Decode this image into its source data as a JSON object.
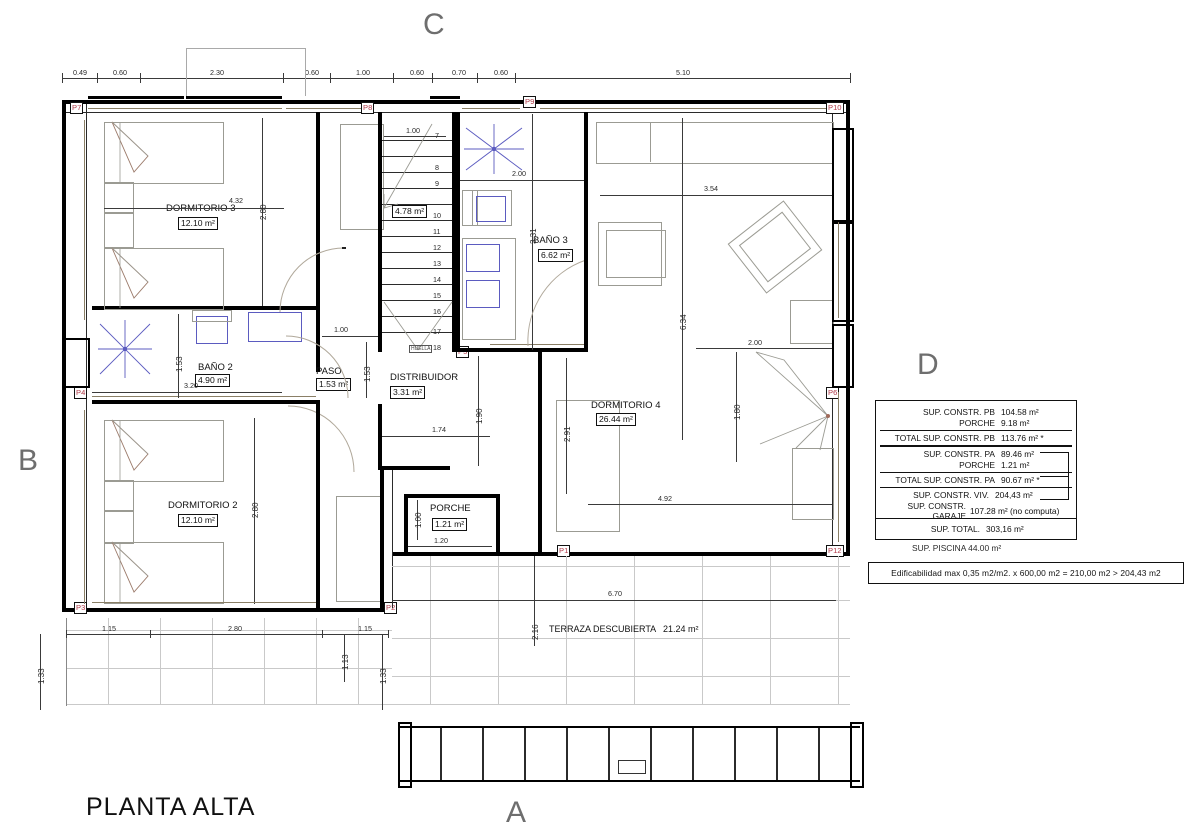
{
  "drawing": {
    "title": "PLANTA ALTA",
    "section_marks": {
      "top": "C",
      "left": "B",
      "right": "D",
      "bottom": "A"
    }
  },
  "rooms": [
    {
      "name": "DORMITORIO 3",
      "area": "12.10 m²"
    },
    {
      "name": "DORMITORIO 2",
      "area": "12.10 m²"
    },
    {
      "name": "DORMITORIO 4",
      "area": "26.44 m²"
    },
    {
      "name": "BAÑO 2",
      "area": "4.90 m²"
    },
    {
      "name": "BAÑO 3",
      "area": "6.62 m²"
    },
    {
      "name": "PASO",
      "area": "1.53 m²"
    },
    {
      "name": "DISTRIBUIDOR",
      "area": "3.31 m²"
    },
    {
      "name": "PORCHE",
      "area": "1.21 m²"
    },
    {
      "name": "TERRAZA DESCUBIERTA",
      "area": "21.24 m²"
    }
  ],
  "stair": {
    "area": "4.78 m²",
    "treads": [
      "7",
      "8",
      "9",
      "10",
      "11",
      "12",
      "13",
      "14",
      "15",
      "16",
      "17",
      "18"
    ]
  },
  "dimensions": {
    "top": [
      "0.49",
      "0.60",
      "2.30",
      "0.60",
      "1.00",
      "0.60",
      "0.70",
      "0.60",
      "5.10"
    ],
    "bottom": [
      "1.15",
      "2.80",
      "1.15"
    ],
    "left_vertical": [
      "1.33"
    ],
    "bottom_vertical": [
      "1.13",
      "1.33"
    ],
    "interior": [
      "4.32",
      "2.80",
      "1.00",
      "1.53",
      "1.53",
      "3.20",
      "1.00",
      "2.00",
      "3.31",
      "3.54",
      "6.34",
      "2.00",
      "1.80",
      "1.74",
      "1.90",
      "2.91",
      "4.92",
      "1.20",
      "1.00",
      "6.70",
      "2.16",
      "2.80"
    ]
  },
  "doors": [
    "P1",
    "P2",
    "P3",
    "P4",
    "P5",
    "P6",
    "P7",
    "P8",
    "P9",
    "P10",
    "P11",
    "P12"
  ],
  "surface_table": {
    "rows": [
      {
        "label": "SUP. CONSTR. PB",
        "value": "104.58 m²"
      },
      {
        "label": "PORCHE",
        "value": "9.18 m²"
      },
      {
        "label": "TOTAL SUP. CONSTR. PB",
        "value": "113.76 m²  *"
      },
      {
        "label": "SUP. CONSTR. PA",
        "value": "89.46 m²"
      },
      {
        "label": "PORCHE",
        "value": "1.21 m²"
      },
      {
        "label": "TOTAL SUP. CONSTR. PA",
        "value": "90.67 m²  *"
      },
      {
        "label": "SUP. CONSTR. VIV.",
        "value": "204,43 m²"
      },
      {
        "label": "SUP. CONSTR. GARAJE",
        "value": "107.28 m² (no computa)"
      },
      {
        "label": "SUP. TOTAL.",
        "value": "303,16 m²"
      }
    ],
    "pool": "SUP. PISCINA  44.00 m²"
  },
  "edificabilidad": "Edificabilidad max  0,35 m2/m2. x 600,00 m2 = 210,00 m2 > 204,43 m2"
}
